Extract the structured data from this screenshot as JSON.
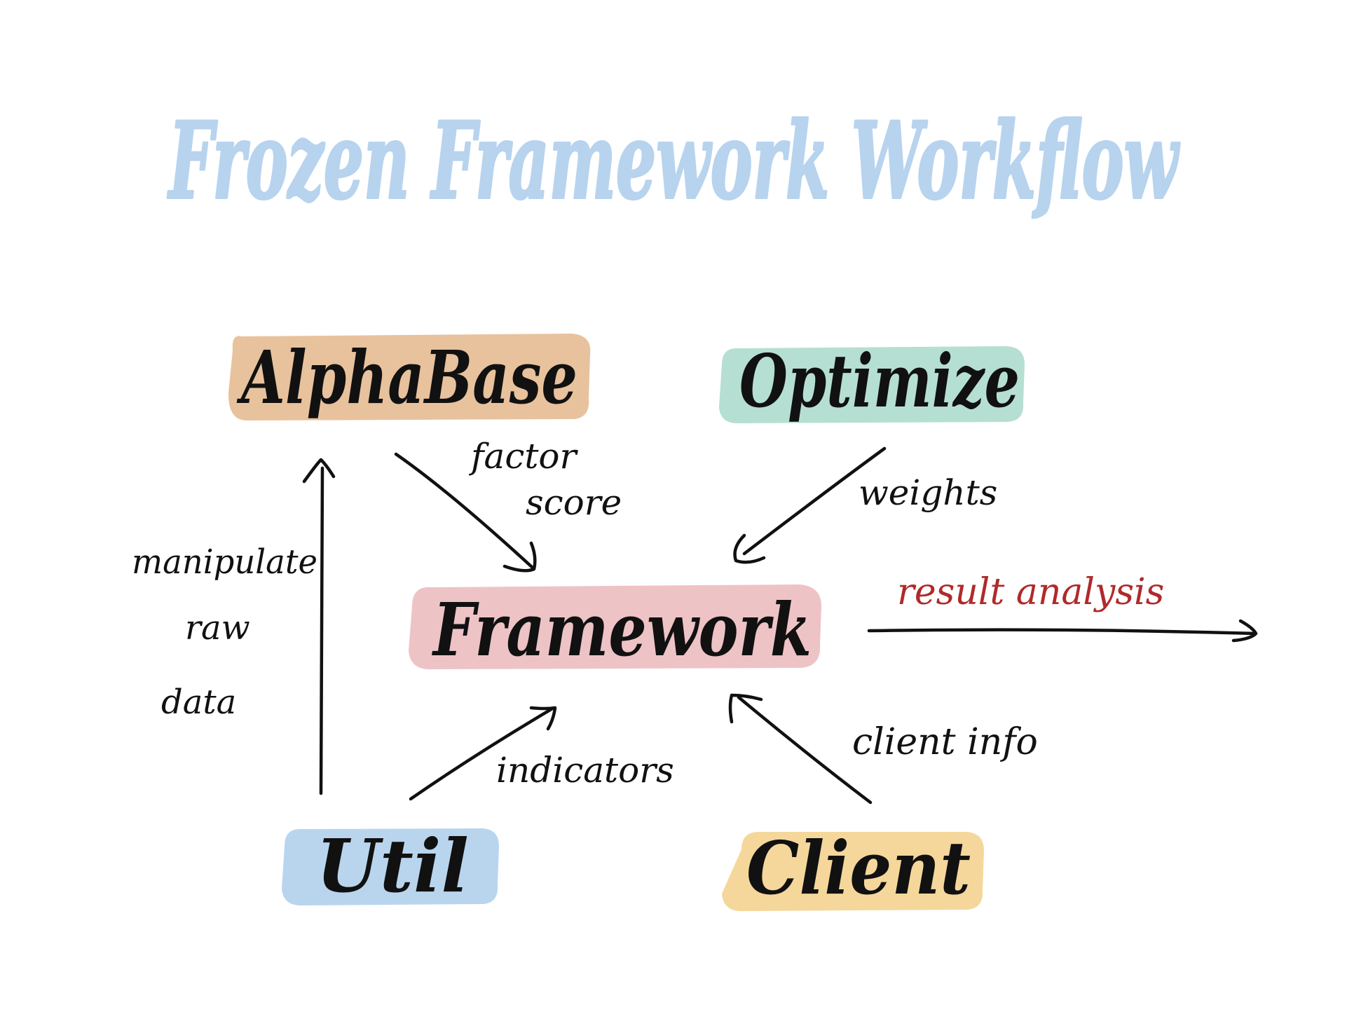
{
  "title": "Frozen Framework Workflow",
  "colors": {
    "title": "#b7d3ee",
    "alphabase": "#e8c29d",
    "optimize": "#b5dfd2",
    "framework": "#eec3c6",
    "util": "#b9d5ee",
    "client": "#f5d79b",
    "ink": "#111111",
    "result_analysis": "#b02a2a"
  },
  "nodes": {
    "alphabase": "AlphaBase",
    "optimize": "Optimize",
    "framework": "Framework",
    "util": "Util",
    "client": "Client"
  },
  "edges": {
    "factor": "factor",
    "score": "score",
    "weights": "weights",
    "manipulate": "manipulate",
    "raw": "raw",
    "data": "data",
    "result_analysis": "result analysis",
    "indicators": "indicators",
    "client_info": "client info"
  }
}
